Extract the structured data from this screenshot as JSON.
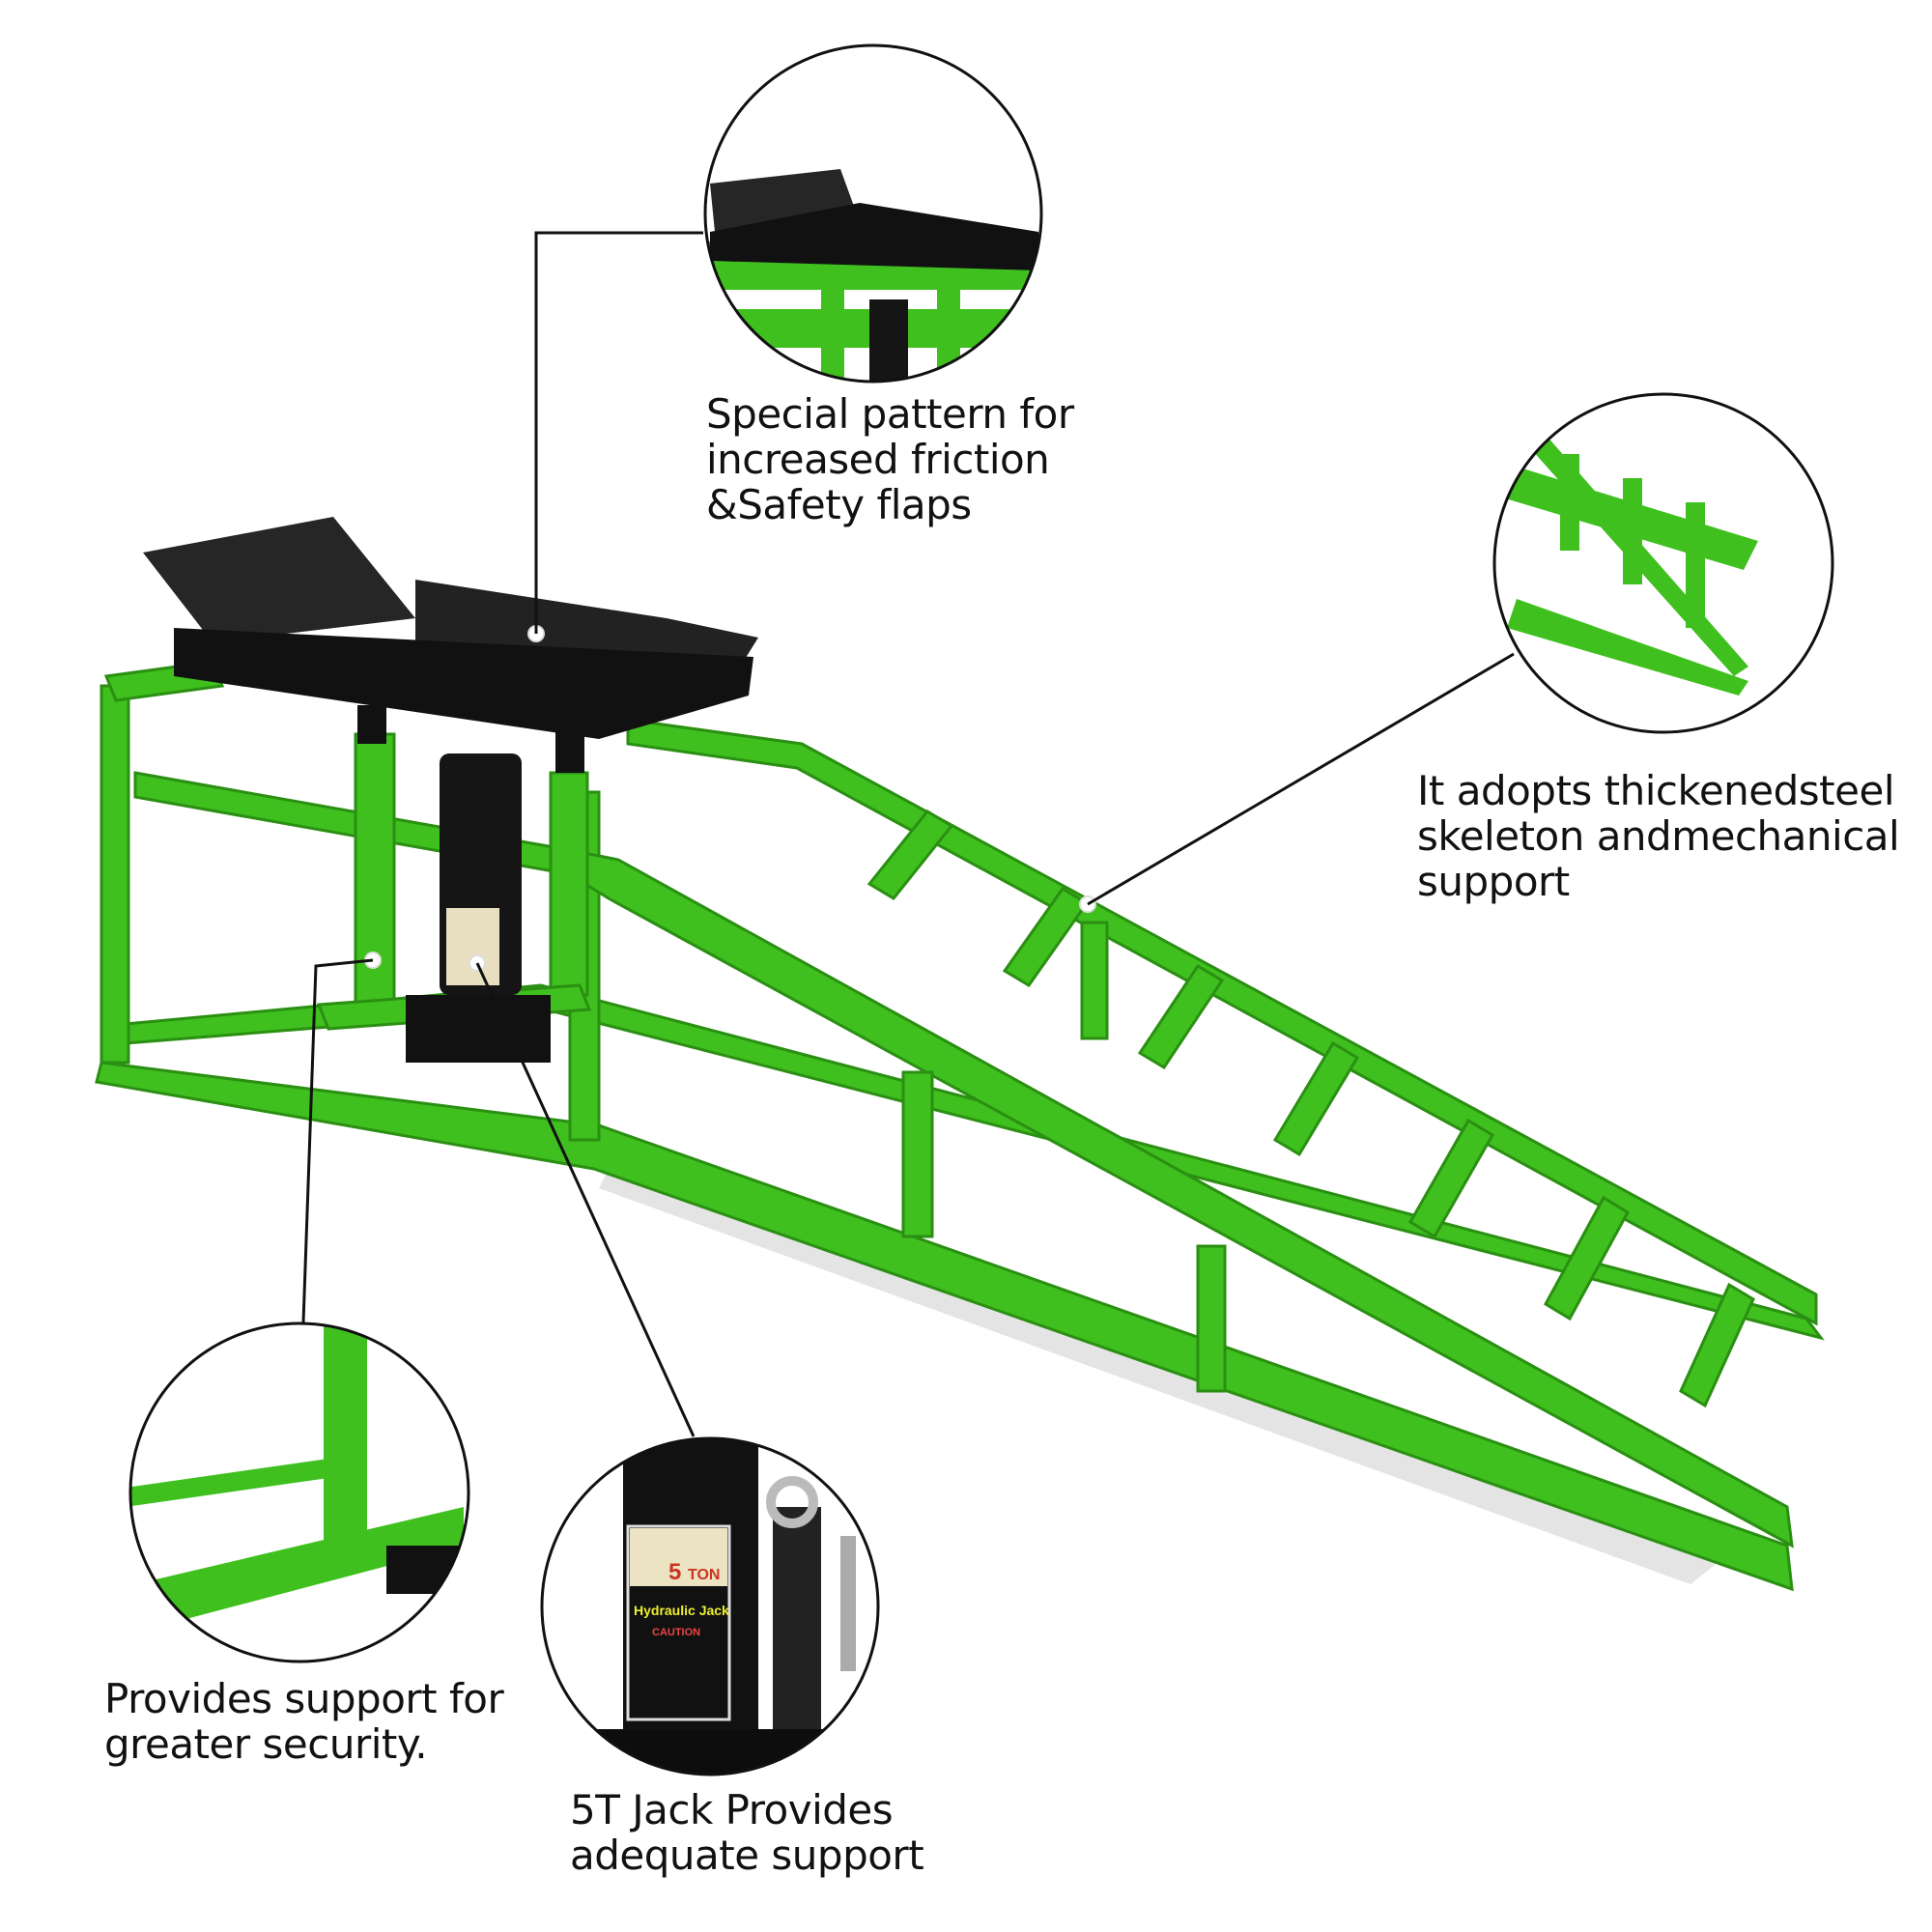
{
  "colors": {
    "frame_green": "#3fc01e",
    "frame_dark": "#2a8f12",
    "tray_black": "#1a1a1a",
    "leader_line": "#111111"
  },
  "callouts": [
    {
      "lines": [
        "Special pattern for",
        "increased friction",
        "&Safety flaps"
      ]
    },
    {
      "lines": [
        "It adopts thickenedsteel",
        "skeleton andmechanical",
        "support"
      ]
    },
    {
      "lines": [
        "Provides support for",
        "greater security."
      ]
    },
    {
      "lines": [
        "5T Jack Provides",
        "adequate support"
      ]
    }
  ],
  "jack_label": {
    "capacity": "5",
    "unit": "TON",
    "name": "Hydraulic Jack",
    "warning": "CAUTION"
  }
}
